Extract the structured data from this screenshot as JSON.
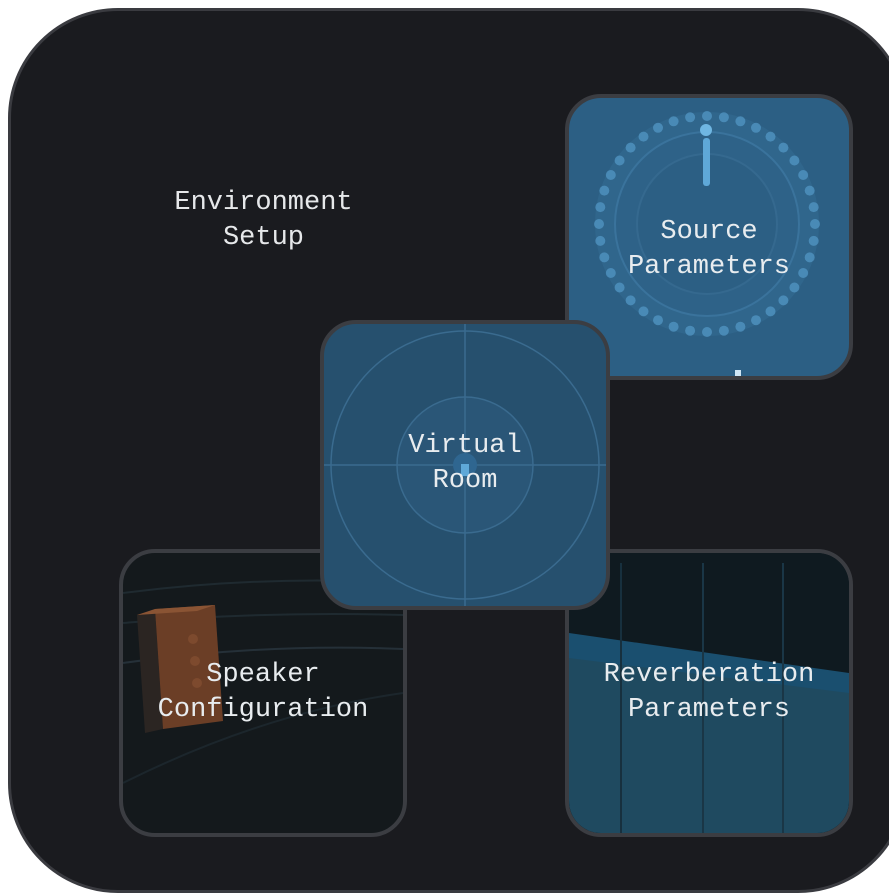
{
  "environment": {
    "label": "Environment\nSetup"
  },
  "tiles": {
    "source": {
      "label": "Source\nParameters",
      "icon": "dial-knob-icon"
    },
    "virtual_room": {
      "label": "Virtual\nRoom",
      "icon": "room-radar-icon"
    },
    "speaker": {
      "label": "Speaker\nConfiguration",
      "icon": "speaker-cabinet-icon"
    },
    "reverb": {
      "label": "Reverberation\nParameters",
      "icon": "reverb-waveform-icon"
    }
  },
  "colors": {
    "background": "#1a1b1f",
    "tile_border": "#3b3d42",
    "source_tile": "#2c5f84",
    "room_tile": "#26506e",
    "speaker_tile": "#14191c",
    "reverb_tile": "#0f1a20",
    "accent": "#5fa8d8",
    "text": "#e8ecef"
  }
}
